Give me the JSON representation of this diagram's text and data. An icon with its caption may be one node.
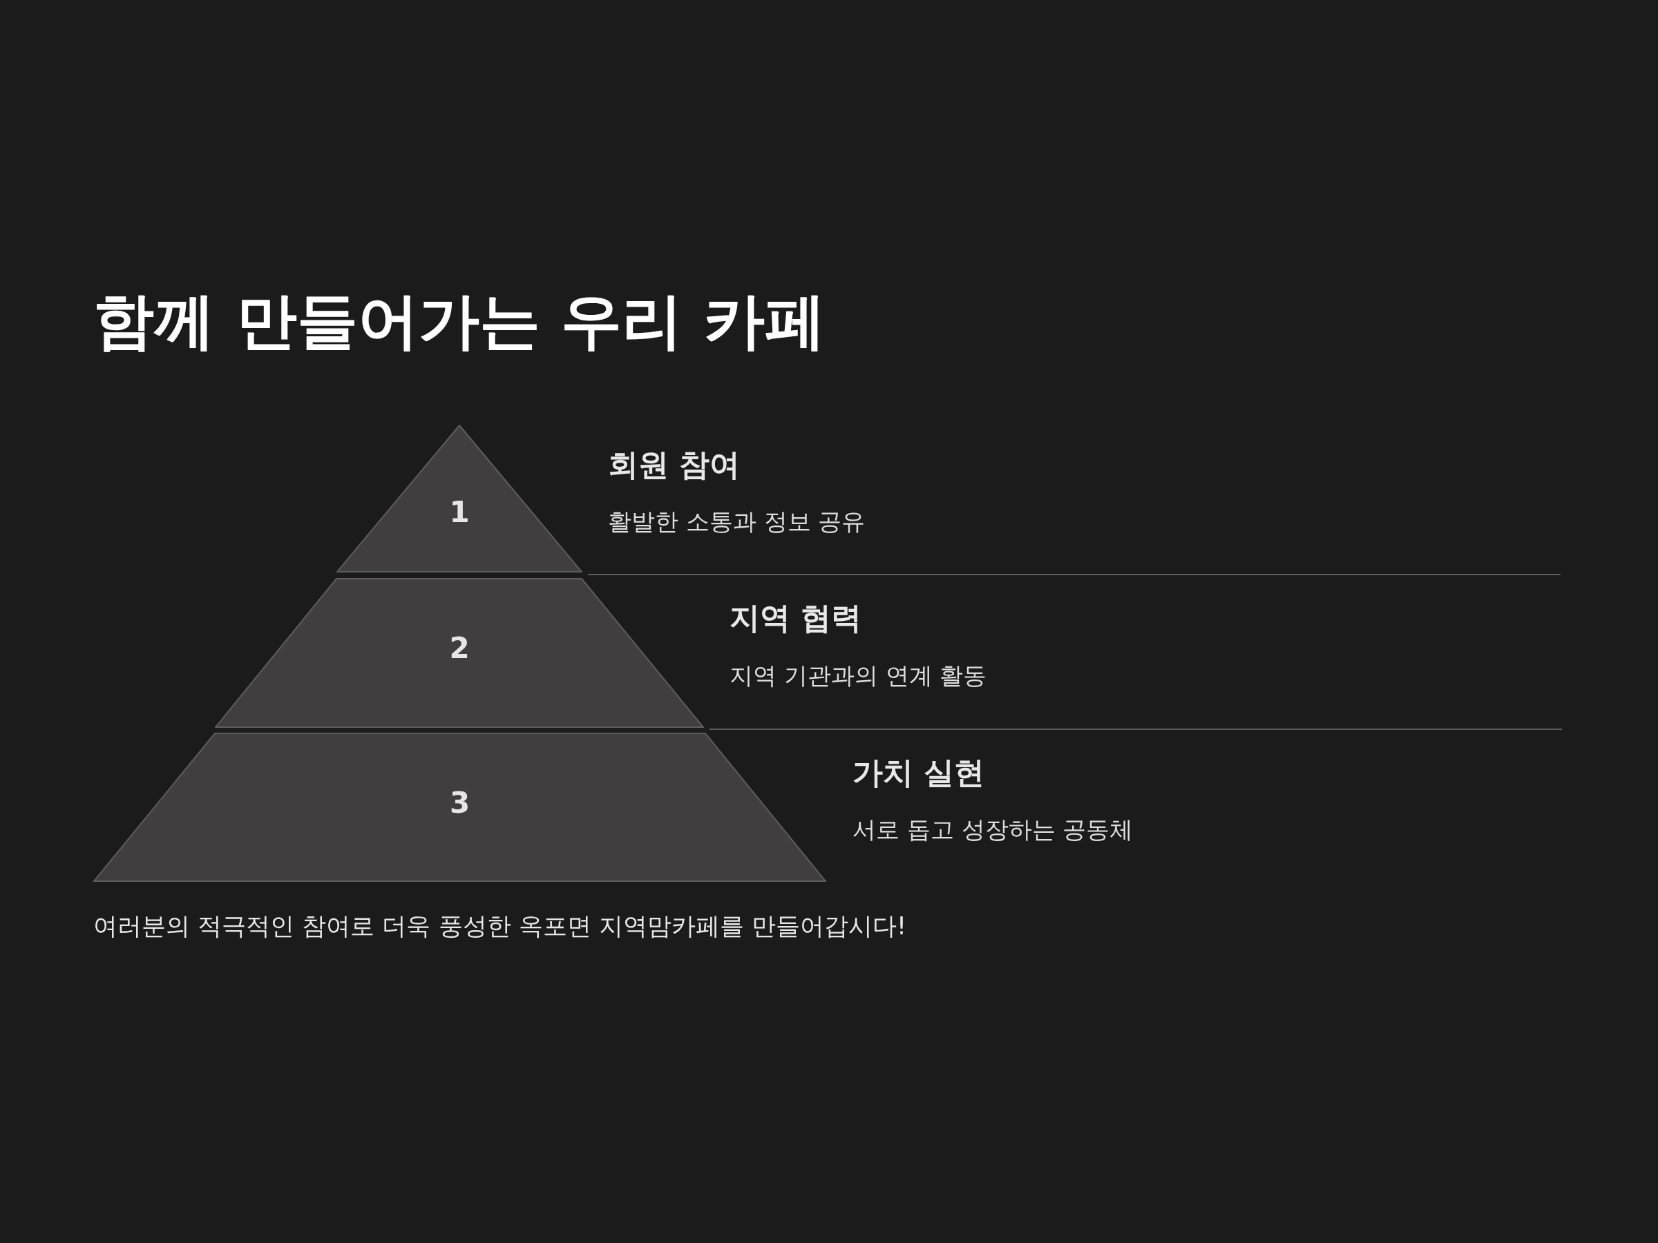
{
  "diagram": {
    "title": "함께 만들어가는 우리 카페",
    "nodes": [
      {
        "text": [
          "1"
        ],
        "beside": [
          "회원 참여",
          "활발한 소통과 정보 공유"
        ]
      },
      {
        "text": [
          "2"
        ],
        "beside": [
          "지역 협력",
          "지역 기관과의 연계 활동"
        ]
      },
      {
        "text": [
          "3"
        ],
        "beside": [
          "가치 실현",
          "서로 돕고 성장하는 공동체"
        ]
      }
    ],
    "caption": "여러분의 적극적인 참여로 더욱 풍성한 옥포면 지역맘카페를 만들어갑시다!"
  }
}
